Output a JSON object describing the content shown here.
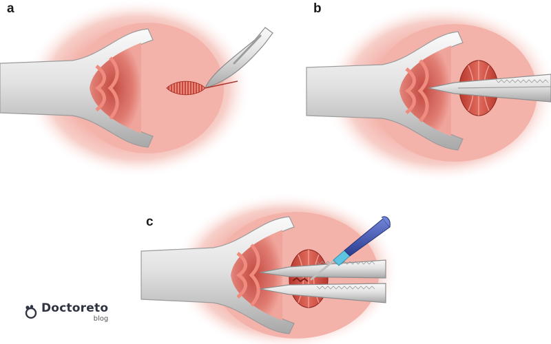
{
  "panels": [
    {
      "id": "a",
      "label": "a"
    },
    {
      "id": "b",
      "label": "b"
    },
    {
      "id": "c",
      "label": "c"
    }
  ],
  "logo": {
    "name": "Doctoreto",
    "sub": "blog"
  },
  "colors": {
    "tissue_light": "#fbe3df",
    "tissue_mid": "#f2a9a0",
    "tissue_dark": "#d9716a",
    "muscle": "#c8473c",
    "metal_light": "#f3f3f3",
    "metal_mid": "#cfcfcf",
    "metal_dark": "#8c8c8c",
    "cautery_blue": "#3a4fa8",
    "cautery_tip": "#5fc4e0"
  },
  "icons": [
    "speculum",
    "scalpel",
    "clamp",
    "electrocautery-pen",
    "doctoreto-logo"
  ]
}
